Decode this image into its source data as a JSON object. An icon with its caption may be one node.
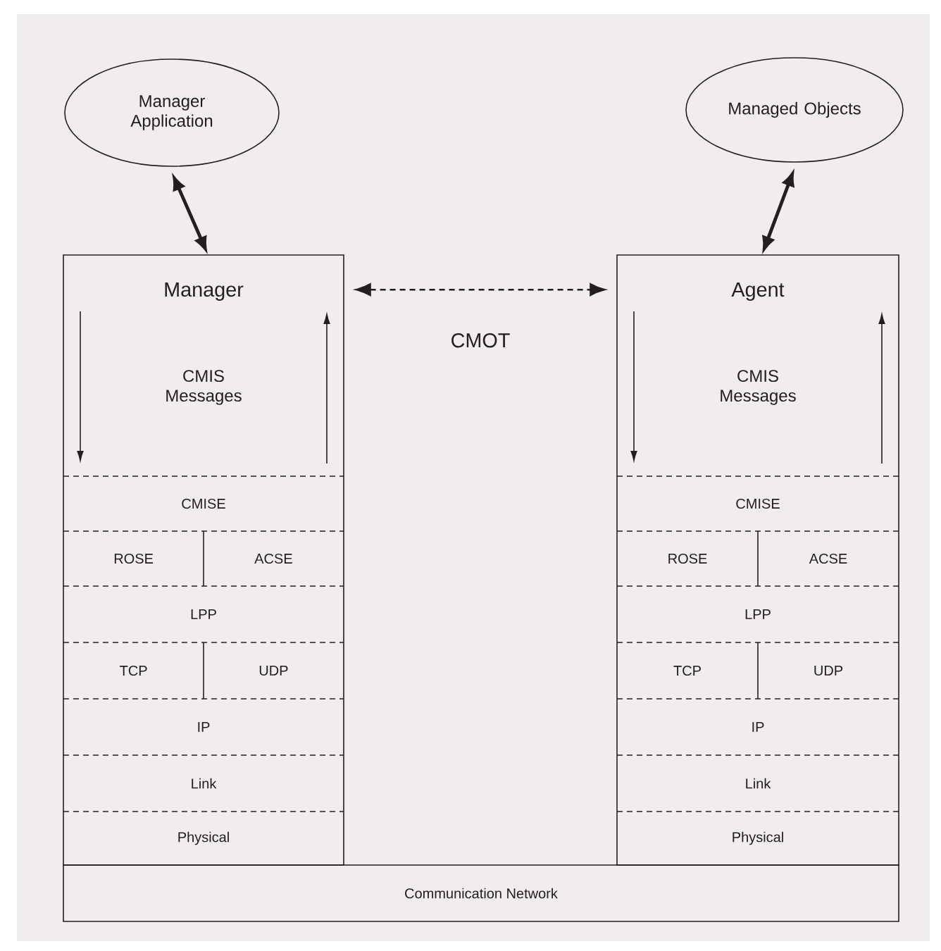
{
  "diagram": {
    "nodes": [
      {
        "text": [
          "Manager Application"
        ]
      },
      {
        "text": [
          "Managed Objects"
        ]
      },
      {
        "text": [
          "Manager",
          "CMIS Messages"
        ]
      },
      {
        "text": [
          "CMISE"
        ],
        "in": 2
      },
      {
        "text": [
          "ROSE"
        ],
        "in": 2
      },
      {
        "text": [
          "ACSE"
        ],
        "in": 2
      },
      {
        "text": [
          "LPP"
        ],
        "in": 2
      },
      {
        "text": [
          "TCP"
        ],
        "in": 2
      },
      {
        "text": [
          "UDP"
        ],
        "in": 2
      },
      {
        "text": [
          "IP"
        ],
        "in": 2
      },
      {
        "text": [
          "Link"
        ],
        "in": 2
      },
      {
        "text": [
          "Physical"
        ],
        "in": 2
      },
      {
        "text": [
          "Agent",
          "CMIS Messages"
        ]
      },
      {
        "text": [
          "CMISE"
        ],
        "in": 12
      },
      {
        "text": [
          "ROSE"
        ],
        "in": 12
      },
      {
        "text": [
          "ACSE"
        ],
        "in": 12
      },
      {
        "text": [
          "LPP"
        ],
        "in": 12
      },
      {
        "text": [
          "TCP"
        ],
        "in": 12
      },
      {
        "text": [
          "UDP"
        ],
        "in": 12
      },
      {
        "text": [
          "IP"
        ],
        "in": 12
      },
      {
        "text": [
          "Link"
        ],
        "in": 12
      },
      {
        "text": [
          "Physical"
        ],
        "in": 12
      },
      {
        "text": [
          "Communication Network"
        ]
      }
    ],
    "edges": [
      {
        "from": 0,
        "to": 2,
        "arrow": "both"
      },
      {
        "from": 1,
        "to": 12,
        "arrow": "both"
      },
      {
        "from": 2,
        "to": 12,
        "arrow": "both",
        "style": "dashed",
        "label": "CMOT"
      }
    ]
  }
}
